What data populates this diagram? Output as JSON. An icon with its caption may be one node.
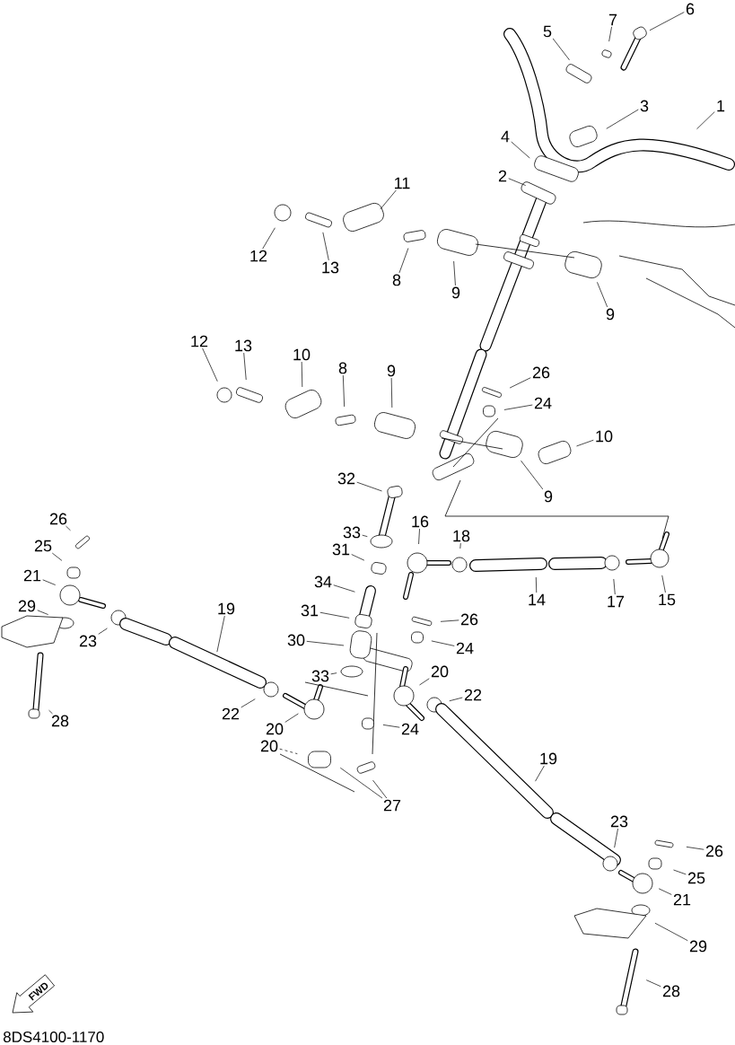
{
  "diagram": {
    "nodes": [
      {
        "text": [
          "6"
        ]
      },
      {
        "text": [
          "7"
        ]
      },
      {
        "text": [
          "5"
        ]
      },
      {
        "text": [
          "1"
        ]
      },
      {
        "text": [
          "3"
        ]
      },
      {
        "text": [
          "4"
        ]
      },
      {
        "text": [
          "2"
        ]
      },
      {
        "text": [
          "11"
        ]
      },
      {
        "text": [
          "12"
        ]
      },
      {
        "text": [
          "13"
        ]
      },
      {
        "text": [
          "8"
        ]
      },
      {
        "text": [
          "9"
        ]
      },
      {
        "text": [
          "9"
        ]
      },
      {
        "text": [
          "12"
        ]
      },
      {
        "text": [
          "13"
        ]
      },
      {
        "text": [
          "10"
        ]
      },
      {
        "text": [
          "8"
        ]
      },
      {
        "text": [
          "9"
        ]
      },
      {
        "text": [
          "26"
        ]
      },
      {
        "text": [
          "24"
        ]
      },
      {
        "text": [
          "10"
        ]
      },
      {
        "text": [
          "9"
        ]
      },
      {
        "text": [
          "32"
        ]
      },
      {
        "text": [
          "26"
        ]
      },
      {
        "text": [
          "16"
        ]
      },
      {
        "text": [
          "18"
        ]
      },
      {
        "text": [
          "33"
        ]
      },
      {
        "text": [
          "25"
        ]
      },
      {
        "text": [
          "31"
        ]
      },
      {
        "text": [
          "21"
        ]
      },
      {
        "text": [
          "34"
        ]
      },
      {
        "text": [
          "14"
        ]
      },
      {
        "text": [
          "17"
        ]
      },
      {
        "text": [
          "15"
        ]
      },
      {
        "text": [
          "29"
        ]
      },
      {
        "text": [
          "19"
        ]
      },
      {
        "text": [
          "31"
        ]
      },
      {
        "text": [
          "26"
        ]
      },
      {
        "text": [
          "23"
        ]
      },
      {
        "text": [
          "30"
        ]
      },
      {
        "text": [
          "24"
        ]
      },
      {
        "text": [
          "33"
        ]
      },
      {
        "text": [
          "20"
        ]
      },
      {
        "text": [
          "22"
        ]
      },
      {
        "text": [
          "22"
        ]
      },
      {
        "text": [
          "28"
        ]
      },
      {
        "text": [
          "20"
        ]
      },
      {
        "text": [
          "24"
        ]
      },
      {
        "text": [
          "20"
        ]
      },
      {
        "text": [
          "19"
        ]
      },
      {
        "text": [
          "27"
        ]
      },
      {
        "text": [
          "23"
        ]
      },
      {
        "text": [
          "26"
        ]
      },
      {
        "text": [
          "25"
        ]
      },
      {
        "text": [
          "21"
        ]
      },
      {
        "text": [
          "29"
        ]
      },
      {
        "text": [
          "28"
        ]
      }
    ],
    "edges": [
      {
        "from": 0,
        "to": null,
        "arrow": "none"
      },
      {
        "from": 1,
        "to": null,
        "arrow": "none"
      },
      {
        "from": 2,
        "to": null,
        "arrow": "none"
      },
      {
        "from": 3,
        "to": null,
        "arrow": "none"
      },
      {
        "from": 4,
        "to": null,
        "arrow": "none"
      },
      {
        "from": 5,
        "to": null,
        "arrow": "none"
      },
      {
        "from": 6,
        "to": null,
        "arrow": "none"
      },
      {
        "from": 7,
        "to": null,
        "arrow": "none"
      },
      {
        "from": 8,
        "to": null,
        "arrow": "none"
      },
      {
        "from": 9,
        "to": null,
        "arrow": "none"
      },
      {
        "from": 10,
        "to": null,
        "arrow": "none"
      },
      {
        "from": 11,
        "to": null,
        "arrow": "none"
      },
      {
        "from": 12,
        "to": null,
        "arrow": "none"
      },
      {
        "from": 13,
        "to": null,
        "arrow": "none"
      },
      {
        "from": 14,
        "to": null,
        "arrow": "none"
      },
      {
        "from": 15,
        "to": null,
        "arrow": "none"
      },
      {
        "from": 16,
        "to": null,
        "arrow": "none"
      },
      {
        "from": 17,
        "to": null,
        "arrow": "none"
      },
      {
        "from": 18,
        "to": null,
        "arrow": "none"
      },
      {
        "from": 19,
        "to": null,
        "arrow": "none"
      },
      {
        "from": 20,
        "to": null,
        "arrow": "none"
      },
      {
        "from": 21,
        "to": null,
        "arrow": "none"
      },
      {
        "from": 22,
        "to": null,
        "arrow": "none"
      },
      {
        "from": 23,
        "to": null,
        "arrow": "none"
      },
      {
        "from": 24,
        "to": null,
        "arrow": "none"
      },
      {
        "from": 25,
        "to": null,
        "arrow": "none"
      },
      {
        "from": 26,
        "to": null,
        "arrow": "none"
      },
      {
        "from": 27,
        "to": null,
        "arrow": "none"
      },
      {
        "from": 28,
        "to": null,
        "arrow": "none"
      },
      {
        "from": 29,
        "to": null,
        "arrow": "none"
      },
      {
        "from": 30,
        "to": null,
        "arrow": "none"
      },
      {
        "from": 31,
        "to": null,
        "arrow": "none"
      },
      {
        "from": 32,
        "to": null,
        "arrow": "none"
      },
      {
        "from": 33,
        "to": null,
        "arrow": "none"
      },
      {
        "from": 34,
        "to": null,
        "arrow": "none"
      },
      {
        "from": 35,
        "to": null,
        "arrow": "none"
      },
      {
        "from": 36,
        "to": null,
        "arrow": "none"
      },
      {
        "from": 37,
        "to": null,
        "arrow": "none"
      },
      {
        "from": 38,
        "to": null,
        "arrow": "none"
      },
      {
        "from": 39,
        "to": null,
        "arrow": "none"
      },
      {
        "from": 40,
        "to": null,
        "arrow": "none"
      },
      {
        "from": 41,
        "to": null,
        "arrow": "none"
      },
      {
        "from": 42,
        "to": null,
        "arrow": "none"
      },
      {
        "from": 43,
        "to": null,
        "arrow": "none"
      },
      {
        "from": 44,
        "to": null,
        "arrow": "none"
      },
      {
        "from": 45,
        "to": null,
        "arrow": "none"
      },
      {
        "from": 46,
        "to": null,
        "arrow": "none"
      },
      {
        "from": 47,
        "to": null,
        "arrow": "none"
      },
      {
        "from": 48,
        "to": null,
        "arrow": "none",
        "style": "dashed"
      },
      {
        "from": 49,
        "to": null,
        "arrow": "none"
      },
      {
        "from": 50,
        "to": null,
        "arrow": "none"
      },
      {
        "from": 50,
        "to": null,
        "arrow": "none"
      },
      {
        "from": 51,
        "to": null,
        "arrow": "none"
      },
      {
        "from": 52,
        "to": null,
        "arrow": "none"
      },
      {
        "from": 53,
        "to": null,
        "arrow": "none"
      },
      {
        "from": 54,
        "to": null,
        "arrow": "none"
      },
      {
        "from": 55,
        "to": null,
        "arrow": "none"
      },
      {
        "from": 56,
        "to": null,
        "arrow": "none"
      }
    ],
    "labels": [
      "FWD",
      "8DS4100-1170"
    ]
  }
}
